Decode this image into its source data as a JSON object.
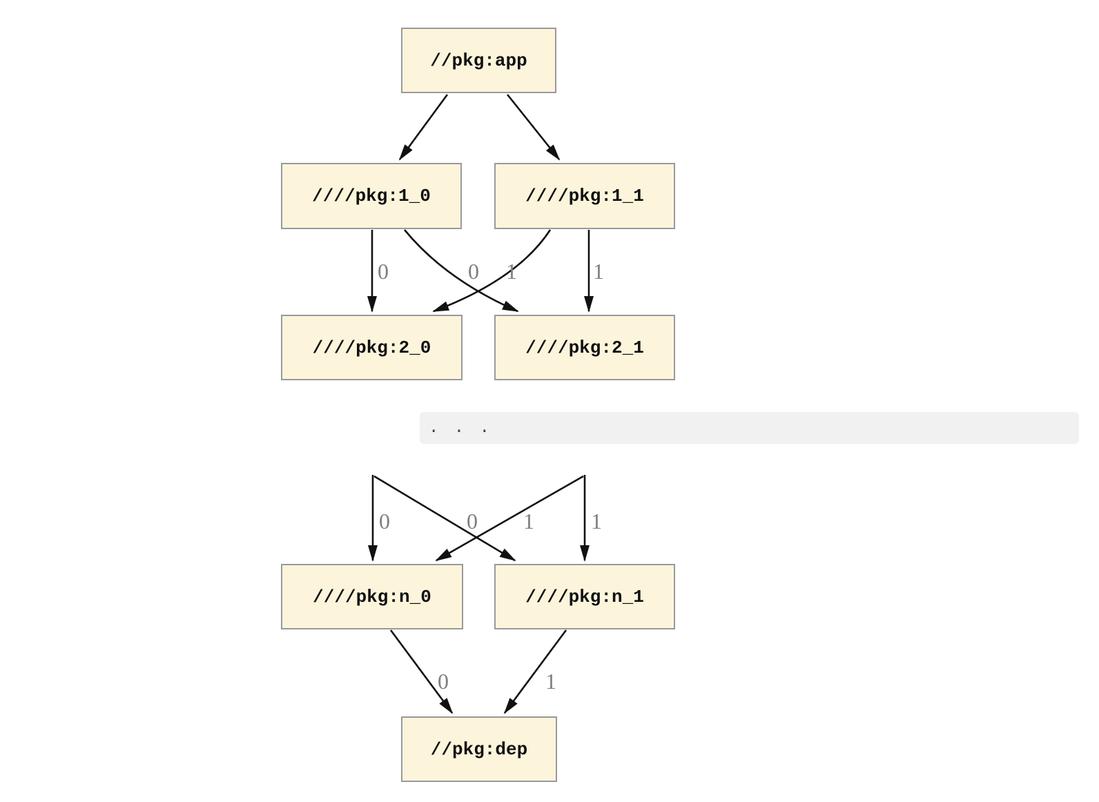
{
  "colors": {
    "background": "#FFFFFF",
    "node_fill": "#FCF5DC",
    "node_border": "#999999",
    "edge": "#111111",
    "edge_label": "#7F7F7F",
    "ellipsis_background": "#F1F1F1",
    "ellipsis_text_color": "#3B3B3B"
  },
  "graph_top": {
    "nodes": {
      "app": {
        "label": "//pkg:app"
      },
      "v1_0": {
        "label": "////pkg:1_0"
      },
      "v1_1": {
        "label": "////pkg:1_1"
      },
      "v2_0": {
        "label": "////pkg:2_0"
      },
      "v2_1": {
        "label": "////pkg:2_1"
      }
    },
    "edges": {
      "v1_0_to_2_0": {
        "label": "0"
      },
      "v1_0_to_2_1": {
        "label": "0"
      },
      "v1_1_to_2_0": {
        "label": "1"
      },
      "v1_1_to_2_1": {
        "label": "1"
      }
    }
  },
  "ellipsis": {
    "text": ". . ."
  },
  "graph_bottom": {
    "nodes": {
      "vn_0": {
        "label": "////pkg:n_0"
      },
      "vn_1": {
        "label": "////pkg:n_1"
      },
      "dep": {
        "label": "//pkg:dep"
      }
    },
    "edges": {
      "prev0_to_n_0": {
        "label": "0"
      },
      "prev0_to_n_1": {
        "label": "0"
      },
      "prev1_to_n_0": {
        "label": "1"
      },
      "prev1_to_n_1": {
        "label": "1"
      },
      "vn_0_to_dep": {
        "label": "0"
      },
      "vn_1_to_dep": {
        "label": "1"
      }
    }
  }
}
